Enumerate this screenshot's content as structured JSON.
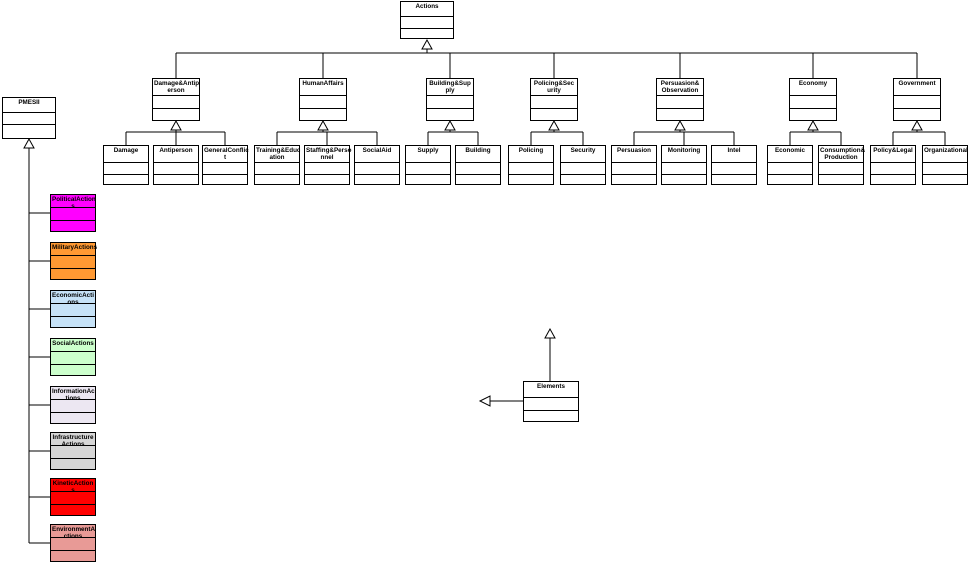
{
  "root": {
    "name": "Actions"
  },
  "categories": [
    {
      "name": "Damage&Antip\nerson",
      "children": [
        "Damage",
        "Antiperson",
        "GeneralConflic\nt"
      ]
    },
    {
      "name": "HumanAffairs",
      "children": [
        "Training&Educ\nation",
        "Staffing&Perso\nnnel",
        "SocialAid"
      ]
    },
    {
      "name": "Building&Sup\nply",
      "children": [
        "Supply",
        "Building"
      ]
    },
    {
      "name": "Policing&Sec\nurity",
      "children": [
        "Policing",
        "Security"
      ]
    },
    {
      "name": "Persuasion&\nObservation",
      "children": [
        "Persuasion",
        "Monitoring",
        "Intel"
      ]
    },
    {
      "name": "Economy",
      "children": [
        "Economic",
        "Consumption&\nProduction"
      ]
    },
    {
      "name": "Government",
      "children": [
        "Policy&Legal",
        "Organizational"
      ]
    }
  ],
  "pmesii": {
    "name": "PMESII",
    "children": [
      {
        "name": "PoliticalAction\ns",
        "color": "#ff00ff"
      },
      {
        "name": "MilitaryActions",
        "color": "#ff9933"
      },
      {
        "name": "EconomicActi\nons",
        "color": "#c6e2f7"
      },
      {
        "name": "SocialActions",
        "color": "#ccffcc"
      },
      {
        "name": "InformationAc\ntions",
        "color": "#ece7f2"
      },
      {
        "name": "Infrastructure\nActions",
        "color": "#d6d6d6"
      },
      {
        "name": "KineticAction\ns",
        "color": "#ff0000"
      },
      {
        "name": "EnvironmentA\nctions",
        "color": "#e89a96"
      }
    ]
  },
  "elements": {
    "name": "Elements"
  }
}
